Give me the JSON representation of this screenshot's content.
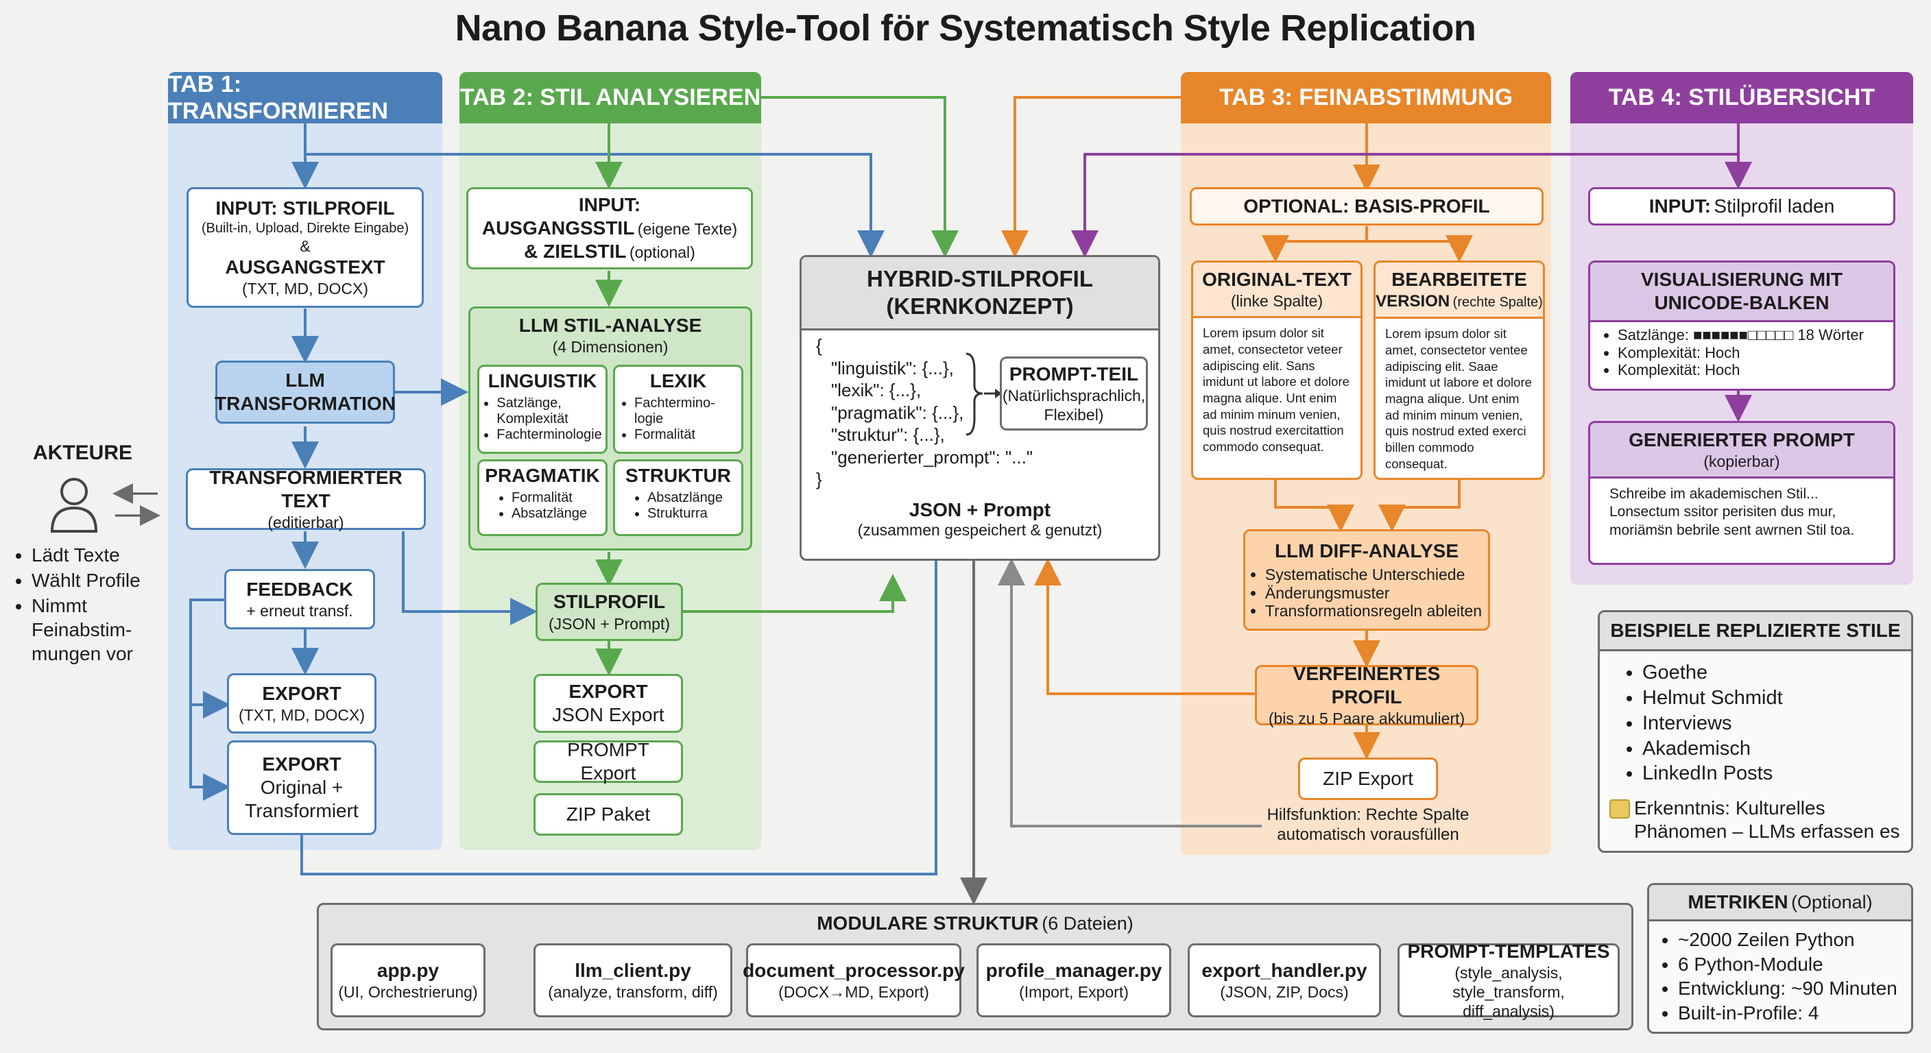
{
  "title": "Nano Banana Style-Tool för Systematisch Style Replication",
  "colors": {
    "blue": "#4a7fb8",
    "green": "#5aa84e",
    "orange": "#e8862a",
    "purple": "#8e3f9e",
    "gray": "#6c6c6c"
  },
  "actors": {
    "heading": "AKTEURE",
    "icon": "user-icon",
    "items": [
      "Lädt Texte",
      "Wählt Profile",
      "Nimmt Feinabstim-mungen vor"
    ]
  },
  "tab1": {
    "header": "TAB 1: TRANSFORMIEREN",
    "input": {
      "title1": "INPUT: STILPROFIL",
      "sub1": "(Built-in, Upload, Direkte Eingabe)",
      "amp": "&",
      "title2": "AUSGANGSTEXT",
      "sub2": "(TXT, MD, DOCX)"
    },
    "llm": {
      "line1": "LLM",
      "line2": "TRANSFORMATION"
    },
    "transformed": {
      "title": "TRANSFORMIERTER TEXT",
      "sub": "(editierbar)"
    },
    "feedback": {
      "title": "FEEDBACK",
      "sub": "+ erneut transf."
    },
    "export1": {
      "title": "EXPORT",
      "sub": "(TXT, MD, DOCX)"
    },
    "export2": {
      "title": "EXPORT",
      "line2": "Original +",
      "line3": "Transformiert"
    }
  },
  "tab2": {
    "header": "TAB 2: STIL ANALYSIEREN",
    "input": {
      "title1": "INPUT:",
      "title2": "AUSGANGSSTIL",
      "sub2": "(eigene Texte)",
      "title3": "& ZIELSTIL",
      "sub3": "(optional)"
    },
    "analysis": {
      "title": "LLM STIL-ANALYSE",
      "sub": "(4 Dimensionen)"
    },
    "dims": [
      {
        "title": "LINGUISTIK",
        "items": [
          "Satzlänge, Komplexität",
          "Fachterminologie"
        ]
      },
      {
        "title": "LEXIK",
        "items": [
          "Fachtermino-logie",
          "Formalität"
        ]
      },
      {
        "title": "PRAGMATIK",
        "items": [
          "Formalität",
          "Absatzlänge"
        ]
      },
      {
        "title": "STRUKTUR",
        "items": [
          "Absatzlänge",
          "Strukturra"
        ]
      }
    ],
    "profile": {
      "title": "STILPROFIL",
      "sub": "(JSON + Prompt)"
    },
    "export": {
      "title": "EXPORT",
      "sub": "JSON Export"
    },
    "prompt_export": "PROMPT Export",
    "zip": "ZIP Paket"
  },
  "hybrid": {
    "title1": "HYBRID-STILPROFIL",
    "title2": "(KERNKONZEPT)",
    "code": [
      "{",
      "\"linguistik\": {...},",
      "\"lexik\": {...},",
      "\"pragmatik\": {...},",
      "\"struktur\": {...},",
      "\"generierter_prompt\": \"...\"",
      "}"
    ],
    "prompt_part": {
      "title": "PROMPT-TEIL",
      "sub": "(Natürlichsprachlich, Flexibel)"
    },
    "footer_title": "JSON + Prompt",
    "footer_sub": "(zusammen gespeichert & genutzt)"
  },
  "tab3": {
    "header": "TAB 3: FEINABSTIMMUNG",
    "basis": "OPTIONAL: BASIS-PROFIL",
    "original": {
      "title": "ORIGINAL-TEXT",
      "sub": "(linke Spalte)",
      "text": "Lorem ipsum dolor sit amet, consectetor veteer adipiscing elit. Sans imidunt ut labore et dolore magna alique. Unt enim ad minim minum venien, quis nostrud exercitattion commodo consequat."
    },
    "edited": {
      "title": "BEARBEITETE",
      "title2": "VERSION",
      "sub": "(rechte Spalte)",
      "text": "Lorem ipsum dolor sit amet, consectetor ventee adipiscing elit. Saae imidunt ut labore et dolore magna alique. Unt enim ad minim minum venien, quis nostrud exted exerci billen commodo consequat."
    },
    "diff": {
      "title": "LLM DIFF-ANALYSE",
      "items": [
        "Systematische Unterschiede",
        "Änderungsmuster",
        "Transformationsregeln ableiten"
      ]
    },
    "refined": {
      "title": "VERFEINERTES PROFIL",
      "sub": "(bis zu 5 Paare akkumuliert)"
    },
    "zip": "ZIP Export",
    "helper": {
      "line1": "Hilfsfunktion: Rechte Spalte",
      "line2": "automatisch vorausfüllen"
    }
  },
  "tab4": {
    "header": "TAB 4: STILÜBERSICHT",
    "input": {
      "bold": "INPUT:",
      "rest": "Stilprofil laden"
    },
    "vis": {
      "title1": "VISUALISIERUNG MIT",
      "title2": "UNICODE-BALKEN",
      "items": [
        "Satzlänge: ■■■■■■□□□□□ 18 Wörter",
        "Komplexität: Hoch",
        "Komplexität: Hoch"
      ]
    },
    "generated": {
      "title": "GENERIERTER PROMPT",
      "sub": "(kopierbar)",
      "text": "Schreibe im akademischen Stil... Lonsectum ssitor perisiten dus mur, moriäms̈n bebrile sent awrnen Stil toa."
    }
  },
  "examples": {
    "title": "BEISPIELE REPLIZIERTE STILE",
    "items": [
      "Goethe",
      "Helmut Schmidt",
      "Interviews",
      "Akademisch",
      "LinkedIn Posts"
    ],
    "insight_icon": "lightbulb-icon",
    "insight": "Erkenntnis: Kulturelles Phänomen – LLMs erfassen es"
  },
  "metrics": {
    "title": "METRIKEN",
    "title_sub": "(Optional)",
    "items": [
      "~2000 Zeilen Python",
      "6 Python-Module",
      "Entwicklung: ~90 Minuten",
      "Built-in-Profile: 4"
    ]
  },
  "modular": {
    "title": "MODULARE STRUKTUR",
    "title_sub": "(6 Dateien)",
    "modules": [
      {
        "name": "app.py",
        "desc": "(UI, Orchestrierung)"
      },
      {
        "name": "llm_client.py",
        "desc": "(analyze, transform, diff)"
      },
      {
        "name": "document_processor.py",
        "desc": "(DOCX→MD, Export)"
      },
      {
        "name": "profile_manager.py",
        "desc": "(Import, Export)"
      },
      {
        "name": "export_handler.py",
        "desc": "(JSON, ZIP, Docs)"
      },
      {
        "name": "PROMPT-TEMPLATES",
        "desc": "(style_analysis, style_transform, diff_analysis)"
      }
    ]
  }
}
